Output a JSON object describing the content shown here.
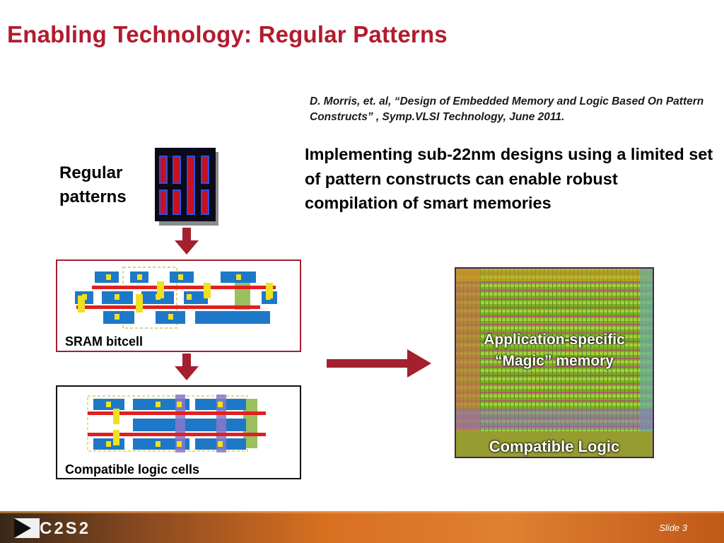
{
  "slide": {
    "title": "Enabling Technology: Regular Patterns",
    "citation": "D. Morris, et. al, “Design of Embedded Memory and Logic Based On Pattern Constructs” , Symp.VLSI Technology, June 2011.",
    "description": "Implementing sub-22nm designs using a limited set of pattern constructs can enable robust compilation of smart memories",
    "regular_patterns_label": "Regular patterns",
    "sram_label": "SRAM bitcell",
    "logic_label": "Compatible logic cells",
    "chip": {
      "memory_label": "Application-specific “Magic” memory",
      "logic_label": "Compatible Logic"
    },
    "footer": {
      "logo_text": "C2S2",
      "slide_number": "Slide 3"
    }
  },
  "colors": {
    "title": "#b01c2e",
    "arrow": "#a3202e",
    "metal_blue": "#1e78c8",
    "poly_red": "#e02020",
    "contact_yellow": "#f0e020",
    "well_green": "#9ac060",
    "footer_orange": "#d86a18"
  }
}
